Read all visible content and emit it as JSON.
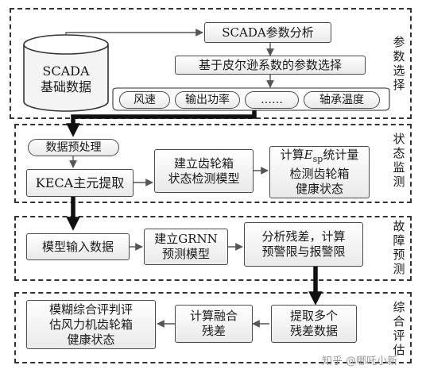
{
  "sections": {
    "param": "参数选择",
    "state": "状态监测",
    "fault": "故障预测",
    "eval": "综合评估"
  },
  "database": {
    "line1": "SCADA",
    "line2": "基础数据"
  },
  "nodes": {
    "scada_analysis": "SCADA参数分析",
    "pearson": "基于皮尔逊系数的参数选择",
    "preprocess": "数据预处理",
    "keca": "KECA主元提取",
    "build_model": "建立齿轮箱\n状态检测模型",
    "esp_prefix": "计算",
    "esp_symbol": "E",
    "esp_sub": "sp",
    "esp_suffix": "统计量",
    "esp_line2": "检测齿轮箱\n健康状态",
    "model_input": "模型输入数据",
    "grnn": "建立GRNN\n预测模型",
    "residual_analysis": "分析残差，计算\n预警限与报警限",
    "extract_residual": "提取多个\n残差数据",
    "fuse_residual": "计算融合\n残差",
    "fuzzy_eval": "模糊综合评判评\n估风力机齿轮箱\n健康状态"
  },
  "params": [
    "风速",
    "输出功率",
    "……",
    "轴承温度"
  ],
  "watermark": "知乎 @哪吒小新"
}
